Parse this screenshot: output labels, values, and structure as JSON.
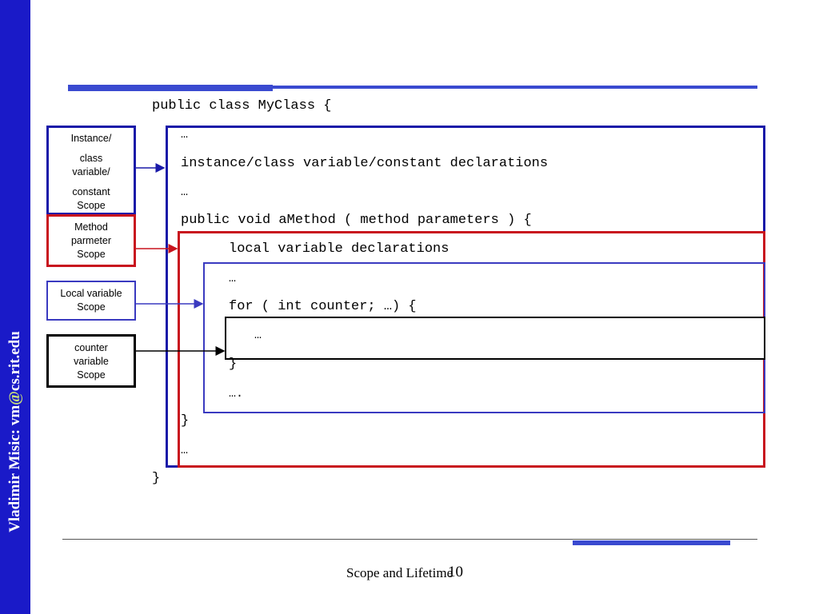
{
  "sidebar": {
    "author": "Vladimir Misic: vm",
    "at": "@",
    "email_domain": "cs.rit.edu"
  },
  "code": {
    "class_open": "public class MyClass {",
    "ellipsis_1": "…",
    "instance_decl": "instance/class variable/constant declarations",
    "ellipsis_2": "…",
    "method_open": "public void aMethod ( method parameters ) {",
    "local_decl": "local variable declarations",
    "ellipsis_3": "…",
    "for_open": "for ( int counter; …) {",
    "for_body": "…",
    "for_close": "}",
    "ellipsis_4": "….",
    "method_close": "}",
    "ellipsis_5": "…",
    "class_close": "}"
  },
  "labels": {
    "instance_scope": [
      "Instance/",
      "class variable/",
      "constant Scope"
    ],
    "method_scope": [
      "Method parmeter Scope"
    ],
    "local_scope": [
      "Local variable Scope"
    ],
    "counter_scope": [
      "counter variable Scope"
    ]
  },
  "footer": {
    "title": "Scope and Lifetime",
    "page": "10"
  },
  "colors": {
    "sidebar": "#1a1ac8",
    "instance_box": "#1a1aa8",
    "method_box": "#c8141e",
    "local_box": "#3a3ac0",
    "counter_box": "#000000",
    "rule": "#3a4ad0"
  }
}
